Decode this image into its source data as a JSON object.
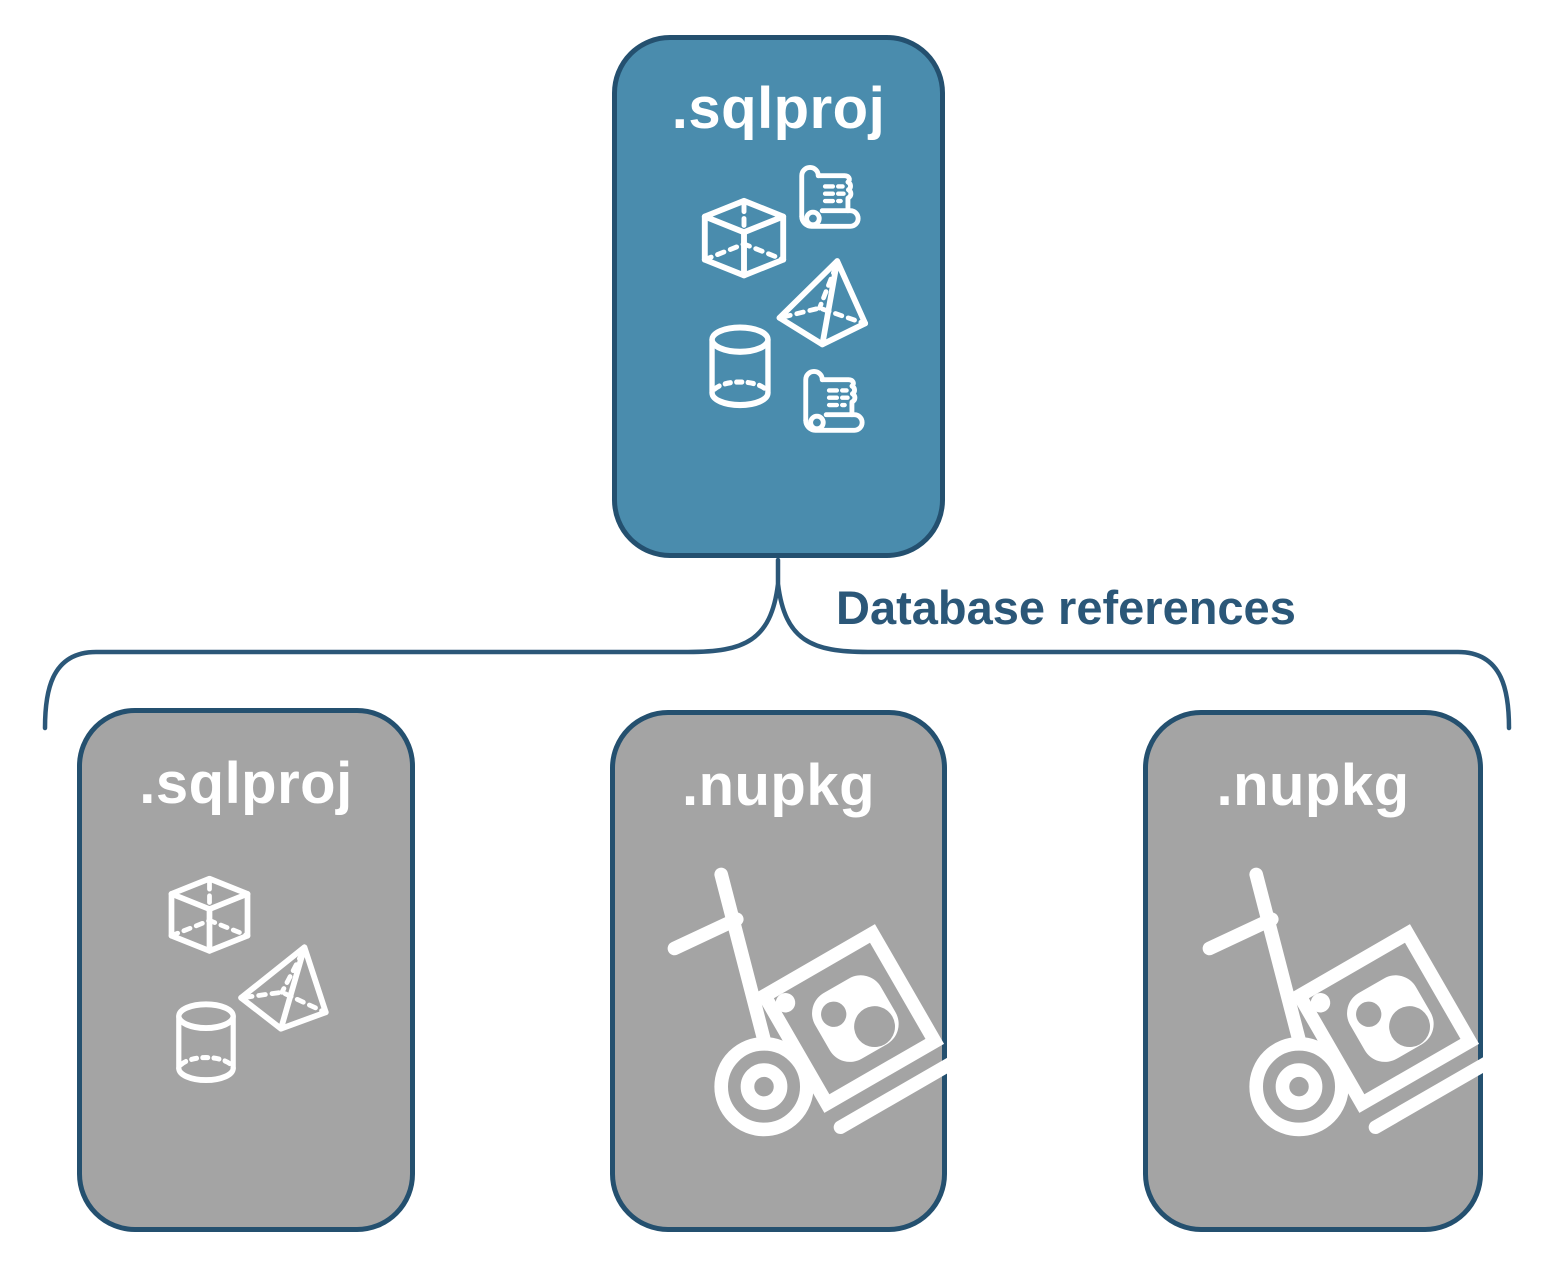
{
  "diagram": {
    "root_box": {
      "label": ".sqlproj",
      "fill": "#4A8CAD",
      "icons": [
        "cube-icon",
        "scroll-icon",
        "pyramid-icon",
        "cylinder-icon",
        "scroll-icon"
      ]
    },
    "connector": {
      "label": "Database references",
      "color": "#2B5778",
      "shape": "curly-brace"
    },
    "children": [
      {
        "label": ".sqlproj",
        "fill": "#A4A4A4",
        "icons": [
          "cube-icon",
          "pyramid-icon",
          "cylinder-icon"
        ]
      },
      {
        "label": ".nupkg",
        "fill": "#A4A4A4",
        "icons": [
          "nuget-package-dolly-icon"
        ]
      },
      {
        "label": ".nupkg",
        "fill": "#A4A4A4",
        "icons": [
          "nuget-package-dolly-icon"
        ]
      }
    ],
    "colors": {
      "box_border": "#24506F",
      "label_text": "#FFFFFF",
      "icon_stroke": "#FFFFFF",
      "background": "#FFFFFF"
    }
  }
}
